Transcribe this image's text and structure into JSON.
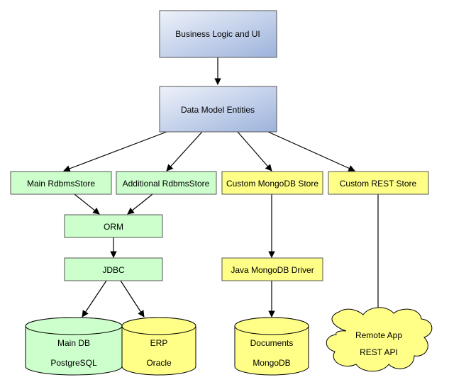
{
  "diagram": {
    "nodes": {
      "business_logic": {
        "label": "Business Logic and UI"
      },
      "data_model": {
        "label": "Data Model Entities"
      },
      "main_rdbms": {
        "label": "Main RdbmsStore"
      },
      "additional_rdbms": {
        "label": "Additional RdbmsStore"
      },
      "custom_mongo": {
        "label": "Custom MongoDB Store"
      },
      "custom_rest": {
        "label": "Custom REST Store"
      },
      "orm": {
        "label": "ORM"
      },
      "jdbc": {
        "label": "JDBC"
      },
      "java_mongo_driver": {
        "label": "Java MongoDB Driver"
      },
      "main_db": {
        "label": "Main DB",
        "sublabel": "PostgreSQL"
      },
      "erp": {
        "label": "ERP",
        "sublabel": "Oracle"
      },
      "documents": {
        "label": "Documents",
        "sublabel": "MongoDB"
      },
      "remote_app": {
        "label": "Remote App",
        "sublabel": "REST API"
      }
    },
    "edges": [
      [
        "business_logic",
        "data_model"
      ],
      [
        "data_model",
        "main_rdbms"
      ],
      [
        "data_model",
        "additional_rdbms"
      ],
      [
        "data_model",
        "custom_mongo"
      ],
      [
        "data_model",
        "custom_rest"
      ],
      [
        "main_rdbms",
        "orm"
      ],
      [
        "additional_rdbms",
        "orm"
      ],
      [
        "orm",
        "jdbc"
      ],
      [
        "jdbc",
        "main_db"
      ],
      [
        "jdbc",
        "erp"
      ],
      [
        "custom_mongo",
        "java_mongo_driver"
      ],
      [
        "java_mongo_driver",
        "documents"
      ],
      [
        "custom_rest",
        "remote_app"
      ]
    ],
    "colors": {
      "blue_light": "#e8eef8",
      "blue_dark": "#9fb4dc",
      "green": "#ccffcc",
      "yellow": "#ffff88"
    }
  }
}
